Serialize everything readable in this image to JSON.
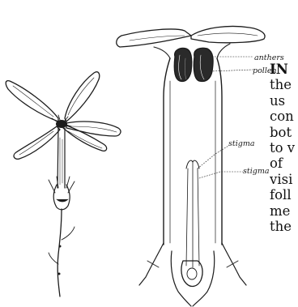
{
  "figure": {
    "labels": {
      "anthers": "anthers",
      "pollen": "pollen",
      "stigma_upper": "stigma",
      "stigma_lower": "stigma"
    }
  },
  "text": {
    "lines": [
      "IN",
      "the",
      "us",
      "con",
      "bot",
      "to v",
      "of",
      "visi",
      "foll",
      "me",
      "the"
    ]
  }
}
